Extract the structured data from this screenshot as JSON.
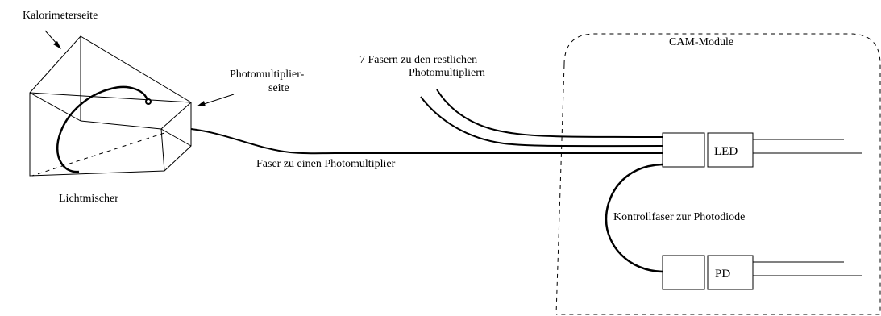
{
  "labels": {
    "kalorimeterseite": "Kalorimeterseite",
    "pm_seite_line1": "Photomultiplier-",
    "pm_seite_line2": "seite",
    "lichtmischer": "Lichtmischer",
    "faser_pm": "Faser zu einen Photomultiplier",
    "fasern_line1": "7 Fasern zu den restlichen",
    "fasern_line2": "Photomultipliern",
    "cam_module": "CAM-Module",
    "led": "LED",
    "pd": "PD",
    "kontrollfaser": "Kontrollfaser zur Photodiode"
  },
  "colors": {
    "stroke": "#000000",
    "background": "#ffffff"
  }
}
